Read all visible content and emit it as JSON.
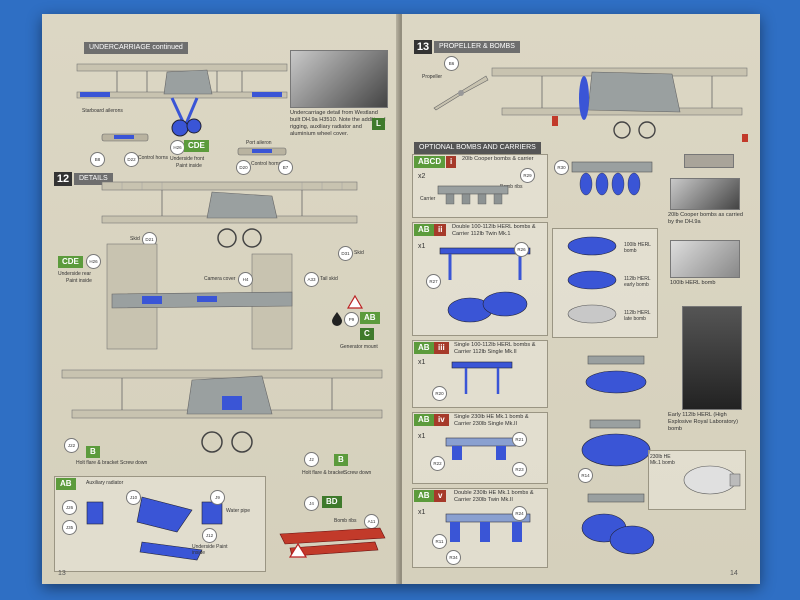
{
  "colors": {
    "background": "#2f6fc4",
    "paper": "#d9d4c2",
    "highlight_blue": "#3a55d6",
    "tag_green": "#5c9b3c",
    "tag_red": "#a63a2a",
    "aircraft_grey": "#9aa0a0",
    "wing_tan": "#c8c3b0"
  },
  "left_page": {
    "section_banner": "UNDERCARRIAGE continued",
    "labels": {
      "starboard_ailerons": "Starboard ailerons",
      "control_horns_1": "Control horns",
      "port_aileron": "Port aileron",
      "control_horns_2": "Control horns",
      "underside_front": "Underside front",
      "paint_inside_1": "Paint inside",
      "underside_rear": "Underside rear",
      "paint_inside_2": "Paint inside",
      "skid_left": "Skid",
      "skid_right": "Skid",
      "camera_cover": "Camera cover",
      "tail_skid": "Tail skid",
      "generator_mount": "Generator mount",
      "holt_flare_1": "Holt flare & bracket",
      "screw_down_1": "Screw down",
      "holt_flare_2": "Holt flare & bracket",
      "screw_down_2": "Screw down",
      "auxiliary_radiator": "Auxiliary radiator",
      "water_pipe": "Water pipe",
      "underside_paint_inside": "Underside Paint inside",
      "bomb_ribs": "Bomb ribs"
    },
    "photo_caption": "Undercarriage detail from Westland built DH.9a H3510. Note the additional rigging, auxiliary radiator and aluminium wheel cover.",
    "step12_label": "DETAILS",
    "step12_number": "12",
    "tags": {
      "cde_1": "CDE",
      "cde_2": "CDE",
      "ab_1": "AB",
      "c_1": "C",
      "b_1": "B",
      "b_2": "B",
      "ab_2": "AB",
      "bd_1": "BD",
      "l_1": "L"
    },
    "parts": [
      "B8",
      "D22",
      "H26",
      "D20",
      "B7",
      "D21",
      "D31",
      "H26",
      "H4",
      "A33",
      "P9",
      "J22",
      "J2",
      "J26",
      "J10",
      "J9",
      "J35",
      "J12",
      "J4",
      "A11"
    ],
    "page_number": "13"
  },
  "right_page": {
    "step13_number": "13",
    "step13_label": "PROPELLER & BOMBS",
    "propeller_label": "Propeller",
    "optional_banner": "OPTIONAL BOMBS AND CARRIERS",
    "options": [
      {
        "tag": "ABCD",
        "roman": "i",
        "qty": "x2",
        "title": "20lb Cooper bombs & carrier",
        "sub": "Bomb ribs",
        "carrier": "Carrier"
      },
      {
        "tag": "AB",
        "roman": "ii",
        "qty": "x1",
        "title": "Double 100-112lb HERL bombs & Carrier 112lb Twin Mk.1",
        "sub": "",
        "carrier": ""
      },
      {
        "tag": "AB",
        "roman": "iii",
        "qty": "x1",
        "title": "Single 100-112lb HERL bombs & Carrier 112lb Single Mk.II",
        "sub": "",
        "carrier": ""
      },
      {
        "tag": "AB",
        "roman": "iv",
        "qty": "x1",
        "title": "Single 230lb HE Mk.1 bomb & Carrier 230lb Single Mk.II",
        "sub": "",
        "carrier": ""
      },
      {
        "tag": "AB",
        "roman": "v",
        "qty": "x1",
        "title": "Double 230lb HE Mk.1 bombs & Carrier 230lb Twin Mk.II",
        "sub": "",
        "carrier": ""
      }
    ],
    "herl_labels": {
      "h1": "100lb HERL bomb",
      "h2": "112lb HERL early bomb",
      "h3": "112lb HERL late bomb"
    },
    "photo_captions": {
      "cooper": "20lb Cooper bombs as carried by the DH.9a",
      "herl": "100lb HERL bomb",
      "early_herl": "Early 112lb HERL (High Explosive Royal Laboratory) bomb",
      "he230": "230lb HE Mk.1 bomb"
    },
    "parts": [
      "B6",
      "R29",
      "R30",
      "R26",
      "R27",
      "R20",
      "R21",
      "R22",
      "R23",
      "R24",
      "R25",
      "R28",
      "R11",
      "R14",
      "R34"
    ],
    "page_number": "14"
  }
}
